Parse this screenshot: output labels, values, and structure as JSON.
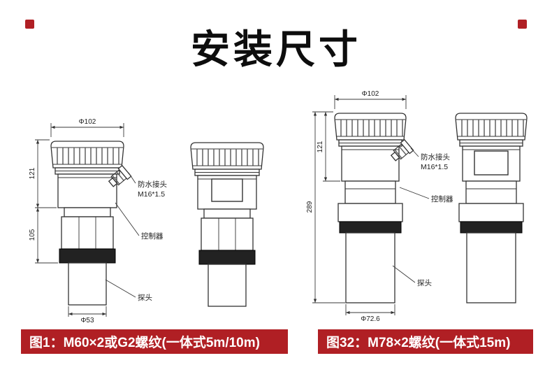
{
  "title": "安装尺寸",
  "figure1": {
    "caption": "图1：M60×2或G2螺纹(一体式5m/10m)",
    "dim_top_diameter": "Φ102",
    "dim_upper_height": "121",
    "dim_lower_height": "105",
    "dim_probe_diameter": "Φ53",
    "label_waterproof_joint": "防水接头",
    "label_waterproof_thread": "M16*1.5",
    "label_controller": "控制器",
    "label_probe": "探头"
  },
  "figure32": {
    "caption": "图32：M78×2螺纹(一体式15m)",
    "dim_top_diameter": "Φ102",
    "dim_upper_height": "121",
    "dim_total_height": "289",
    "dim_probe_diameter": "Φ72.6",
    "label_waterproof_joint": "防水接头",
    "label_waterproof_thread": "M16*1.5",
    "label_controller": "控制器",
    "label_probe": "探头"
  },
  "colors": {
    "banner_red": "#b01f24",
    "line_color": "#333333"
  }
}
